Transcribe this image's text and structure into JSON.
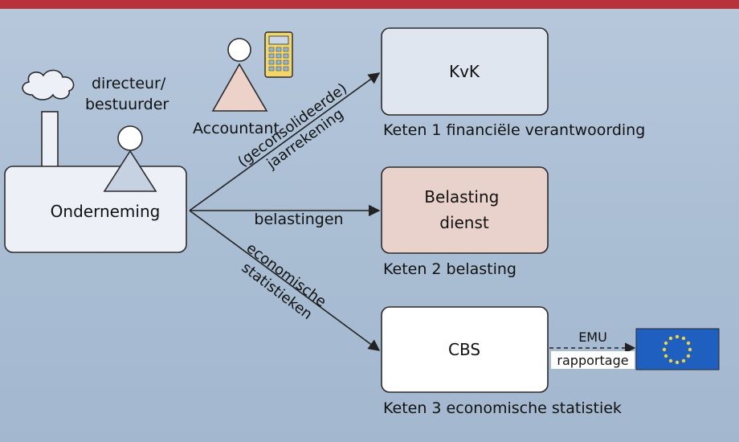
{
  "actors": {
    "director": "directeur/\nbestuurder",
    "accountant": "Accountant",
    "company": "Onderneming"
  },
  "flows": {
    "annual_report": "(geconsolideerde)\njaarrekening",
    "taxes": "belastingen",
    "statistics": "economische\nstatistieken"
  },
  "institutions": {
    "kvk": "KvK",
    "tax_office": "Belasting\ndienst",
    "cbs": "CBS"
  },
  "chains": {
    "chain1": "Keten 1 financiële verantwoording",
    "chain2": "Keten 2 belasting",
    "chain3": "Keten 3 economische statistiek"
  },
  "emu": {
    "label1": "EMU",
    "label2": "rapportage"
  },
  "colors": {
    "background": "#aabdd3",
    "top_bar": "#b7323a",
    "kvk_fill": "#dfe6f0",
    "tax_fill": "#ead2cc",
    "cbs_fill": "#ffffff",
    "company_fill": "#edf1f7",
    "eu_blue": "#1f5fbf",
    "eu_star": "#f2d33a"
  }
}
